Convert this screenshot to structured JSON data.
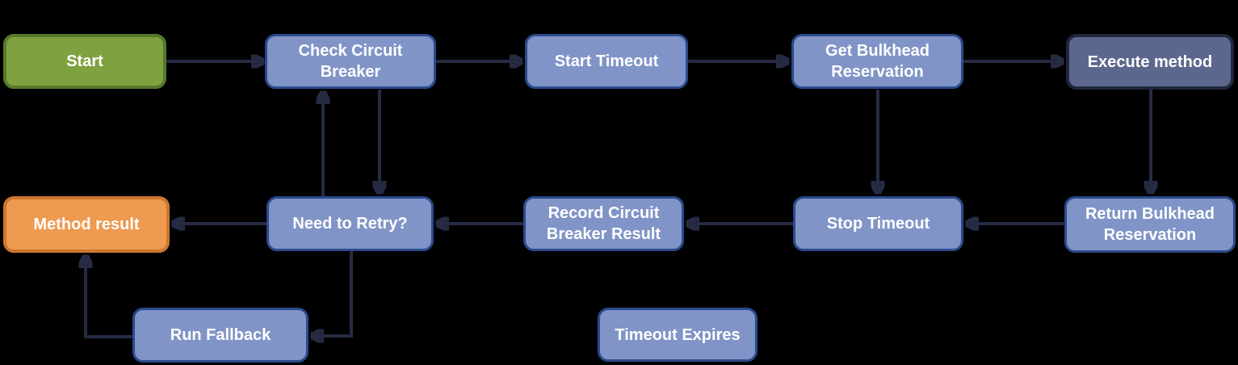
{
  "diagram": {
    "nodes": [
      {
        "id": "start",
        "label": "Start",
        "type": "start"
      },
      {
        "id": "check-circuit-breaker",
        "label": "Check Circuit Breaker",
        "type": "process"
      },
      {
        "id": "start-timeout",
        "label": "Start Timeout",
        "type": "process"
      },
      {
        "id": "get-bulkhead-reservation",
        "label": "Get Bulkhead Reservation",
        "type": "process"
      },
      {
        "id": "execute-method",
        "label": "Execute method",
        "type": "emphasis"
      },
      {
        "id": "method-result",
        "label": "Method result",
        "type": "result"
      },
      {
        "id": "need-to-retry",
        "label": "Need to Retry?",
        "type": "process"
      },
      {
        "id": "record-circuit-breaker-result",
        "label": "Record Circuit Breaker Result",
        "type": "process"
      },
      {
        "id": "stop-timeout",
        "label": "Stop Timeout",
        "type": "process"
      },
      {
        "id": "return-bulkhead-reservation",
        "label": "Return Bulkhead Reservation",
        "type": "process"
      },
      {
        "id": "run-fallback",
        "label": "Run Fallback",
        "type": "process"
      },
      {
        "id": "timeout-expires",
        "label": "Timeout Expires",
        "type": "process"
      }
    ],
    "edges": [
      {
        "from": "start",
        "to": "check-circuit-breaker"
      },
      {
        "from": "check-circuit-breaker",
        "to": "start-timeout"
      },
      {
        "from": "start-timeout",
        "to": "get-bulkhead-reservation"
      },
      {
        "from": "get-bulkhead-reservation",
        "to": "execute-method"
      },
      {
        "from": "execute-method",
        "to": "return-bulkhead-reservation"
      },
      {
        "from": "return-bulkhead-reservation",
        "to": "stop-timeout"
      },
      {
        "from": "get-bulkhead-reservation",
        "to": "stop-timeout"
      },
      {
        "from": "stop-timeout",
        "to": "record-circuit-breaker-result"
      },
      {
        "from": "record-circuit-breaker-result",
        "to": "need-to-retry"
      },
      {
        "from": "need-to-retry",
        "to": "method-result"
      },
      {
        "from": "need-to-retry",
        "to": "check-circuit-breaker"
      },
      {
        "from": "check-circuit-breaker",
        "to": "need-to-retry"
      },
      {
        "from": "need-to-retry",
        "to": "run-fallback"
      },
      {
        "from": "run-fallback",
        "to": "method-result"
      }
    ],
    "colors": {
      "background": "#000000",
      "node_blue_fill": "#8094C7",
      "node_blue_border": "#2B4A8B",
      "node_green_fill": "#7FA240",
      "node_green_border": "#55792C",
      "node_orange_fill": "#EE9A50",
      "node_orange_border": "#CC762E",
      "node_dark_fill": "#5B678D",
      "node_dark_border": "#20263C",
      "arrow": "#262B44",
      "text": "#FFFFFF"
    }
  }
}
